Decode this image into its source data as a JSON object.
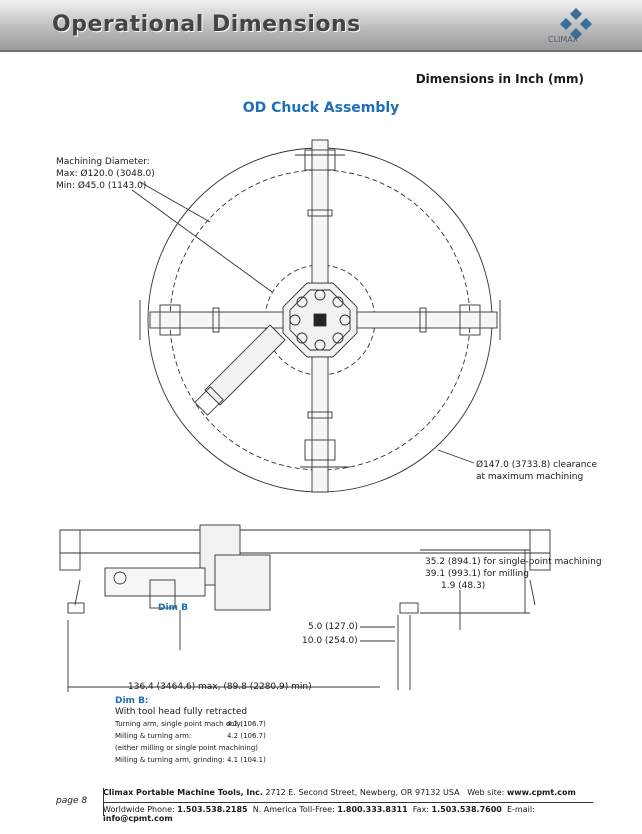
{
  "header": {
    "title": "Operational Dimensions",
    "logo_text": "CLIMAX",
    "logo_icon": "climax-logo-icon"
  },
  "units_note": "Dimensions in Inch (mm)",
  "section_title": "OD Chuck Assembly",
  "top_view": {
    "machining_diameter_label": "Machining Diameter:",
    "max": "Max: Ø120.0 (3048.0)",
    "min": "Min: Ø45.0 (1143.0)",
    "clearance_line1": "Ø147.0 (3733.8) clearance",
    "clearance_line2": "at maximum machining"
  },
  "side_view": {
    "dim_352": "35.2 (894.1) for single-point machining",
    "dim_391": "39.1 (993.1) for milling",
    "dim_19": "1.9 (48.3)",
    "dim_b_label": "Dim B",
    "dim_50": "5.0 (127.0)",
    "dim_100": "10.0 (254.0)",
    "dim_width": "136.4 (3464.6) max, (89.8 (2280.9) min)"
  },
  "dim_b_notes": {
    "title": "Dim B:",
    "subtitle": "With tool head fully retracted",
    "rows": [
      {
        "label": "Turning arm, single point mach only:",
        "value": "4.2 (106.7)"
      },
      {
        "label": "Milling & turning arm:",
        "value": "4.2 (106.7)"
      },
      {
        "label": "(either milling or single point machining)",
        "value": ""
      },
      {
        "label": "Milling & turning arm, grinding:",
        "value": "4.1 (104.1)"
      }
    ]
  },
  "footer": {
    "page": "page 8",
    "company": "Climax Portable Machine Tools, Inc.",
    "address": "2712 E. Second Street, Newberg, OR 97132 USA",
    "web_label": "Web site:",
    "web": "www.cpmt.com",
    "ww_phone_label": "Worldwide Phone:",
    "ww_phone": "1.503.538.2185",
    "na_label": "N. America Toll-Free:",
    "na_phone": "1.800.333.8311",
    "fax_label": "Fax:",
    "fax": "1.503.538.7600",
    "email_label": "E-mail:",
    "email": "info@cpmt.com"
  }
}
